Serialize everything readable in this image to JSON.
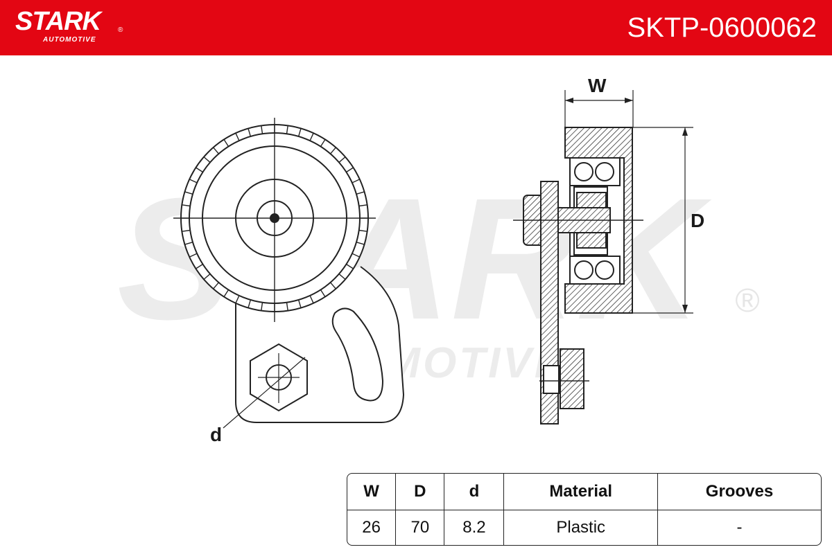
{
  "header": {
    "brand": "STARK",
    "brand_sub": "AUTOMOTIVE",
    "brand_reg": "®",
    "part_number": "SKTP-0600062",
    "color": "#e30613"
  },
  "watermark": {
    "word": "STARK",
    "sub": "AUTOMOTIVE",
    "reg": "®"
  },
  "diagram": {
    "label_w": "W",
    "label_d_upper": "D",
    "label_d_lower": "d"
  },
  "specs": {
    "headers": [
      "W",
      "D",
      "d",
      "Material",
      "Grooves"
    ],
    "values": [
      "26",
      "70",
      "8.2",
      "Plastic",
      "-"
    ]
  }
}
